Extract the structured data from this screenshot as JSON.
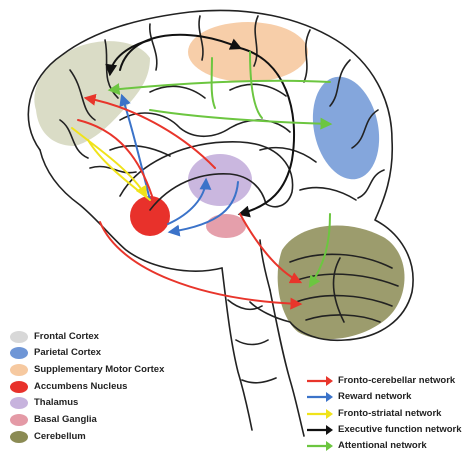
{
  "colors": {
    "frontal": "#d8d8d8",
    "parietal": "#6f96d6",
    "supplementary_motor": "#f6c9a0",
    "accumbens": "#e8312b",
    "thalamus": "#c7b3dd",
    "basal_ganglia": "#e49aa6",
    "cerebellum": "#8b8b54",
    "fronto_cerebellar": "#e8352b",
    "reward": "#3b73c9",
    "fronto_striatal": "#f0e31a",
    "executive": "#111111",
    "attentional": "#6cc640"
  },
  "regions_legend": [
    {
      "label": "Frontal Cortex",
      "color": "#d8d8d8"
    },
    {
      "label": "Parietal Cortex",
      "color": "#6f96d6"
    },
    {
      "label": "Supplementary Motor Cortex",
      "color": "#f6c9a0"
    },
    {
      "label": "Accumbens Nucleus",
      "color": "#e8312b"
    },
    {
      "label": "Thalamus",
      "color": "#c7b3dd"
    },
    {
      "label": "Basal Ganglia",
      "color": "#e49aa6"
    },
    {
      "label": "Cerebellum",
      "color": "#8b8b54"
    }
  ],
  "networks_legend": [
    {
      "label": "Fronto-cerebellar network",
      "color": "#e8352b"
    },
    {
      "label": "Reward network",
      "color": "#3b73c9"
    },
    {
      "label": "Fronto-striatal network",
      "color": "#f0e31a"
    },
    {
      "label": "Executive function network",
      "color": "#111111"
    },
    {
      "label": "Attentional network",
      "color": "#6cc640"
    }
  ]
}
